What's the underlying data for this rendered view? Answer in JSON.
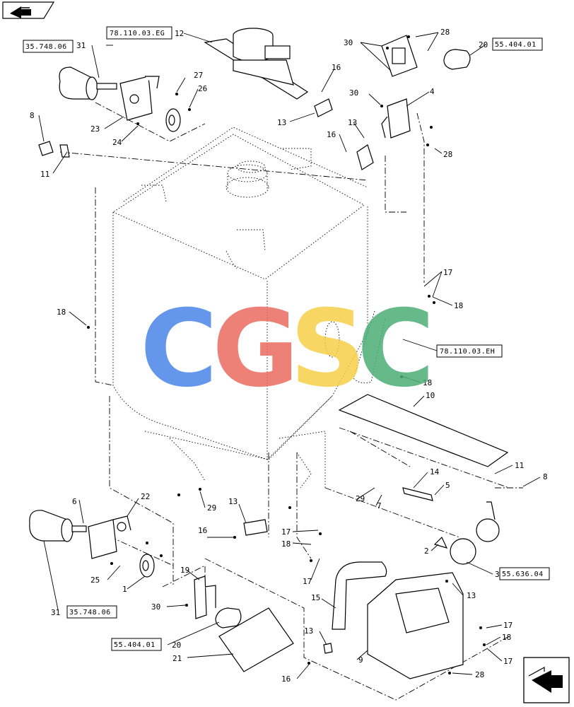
{
  "refs": {
    "r1": "78.110.03.EG",
    "r2": "35.748.06",
    "r3": "55.404.01",
    "r4": "78.110.03.EH",
    "r5": "55.636.04",
    "r6": "35.748.06",
    "r7": "55.404.01"
  },
  "callouts": {
    "n12": "12",
    "n16a": "16",
    "n28a": "28",
    "n30a": "30",
    "n20a": "20",
    "n31a": "31",
    "n27": "27",
    "n26": "26",
    "n23": "23",
    "n24": "24",
    "n8a": "8",
    "n11a": "11",
    "n13a": "13",
    "n4": "4",
    "n30b": "30",
    "n13b": "13",
    "n16b": "16",
    "n28b": "28",
    "n17a": "17",
    "n18a": "18",
    "n18b": "18",
    "n18c": "18",
    "n10": "10",
    "n11b": "11",
    "n8b": "8",
    "n14": "14",
    "n5": "5",
    "n29a": "29",
    "n29b": "29",
    "n7": "7",
    "n22": "22",
    "n6": "6",
    "n13c": "13",
    "n16c": "16",
    "n17b": "17",
    "n18d": "18",
    "n2": "2",
    "n3": "3",
    "n25": "25",
    "n1": "1",
    "n17c": "17",
    "n19": "19",
    "n30c": "30",
    "n15": "15",
    "n13d": "13",
    "n17d": "17",
    "n18e": "18",
    "n17e": "17",
    "n13e": "13",
    "n31b": "31",
    "n20b": "20",
    "n21": "21",
    "n9": "9",
    "n16d": "16",
    "n28c": "28"
  },
  "watermark": {
    "letters": [
      "C",
      "G",
      "S",
      "C"
    ],
    "colors": [
      "#4a86e8",
      "#ea6b60",
      "#f6cf49",
      "#4caf76"
    ]
  },
  "icons": {
    "top_left": "forward-arrow-icon",
    "bottom_right": "next-page-arrow-icon"
  }
}
